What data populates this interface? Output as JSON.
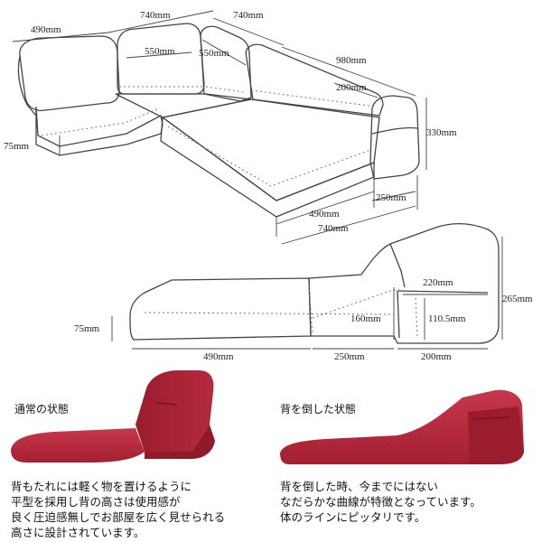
{
  "top_figure": {
    "dims": {
      "d490_top": "490mm",
      "d740_top": "740mm",
      "d740_right": "740mm",
      "d550_a": "550mm",
      "d550_b": "550mm",
      "d980": "980mm",
      "d200_top": "200mm",
      "d330": "330mm",
      "d75": "75mm",
      "d490_bottom": "490mm",
      "d250": "250mm",
      "d740_bottom": "740mm"
    }
  },
  "side_figure": {
    "dims": {
      "d75": "75mm",
      "d160": "160mm",
      "d220": "220mm",
      "d110": "110.5mm",
      "d265": "265mm",
      "d490": "490mm",
      "d250": "250mm",
      "d200": "200mm"
    }
  },
  "states": {
    "normal": {
      "title": "通常の状態",
      "lines": [
        "背もたれには軽く物を置けるように",
        "平型を採用し背の高さは使用感が",
        "良く圧迫感無しでお部屋を広く見せられる",
        "高さに設計されています。"
      ]
    },
    "reclined": {
      "title": "背を倒した状態",
      "lines": [
        "背を倒した時、今までにはない",
        "なだらかな曲線が特徴となっています。",
        "体のラインにピッタリです。"
      ]
    }
  },
  "colors": {
    "cushion_red": "#b8263a",
    "cushion_dark": "#8e1a2a",
    "outline": "#444444"
  }
}
